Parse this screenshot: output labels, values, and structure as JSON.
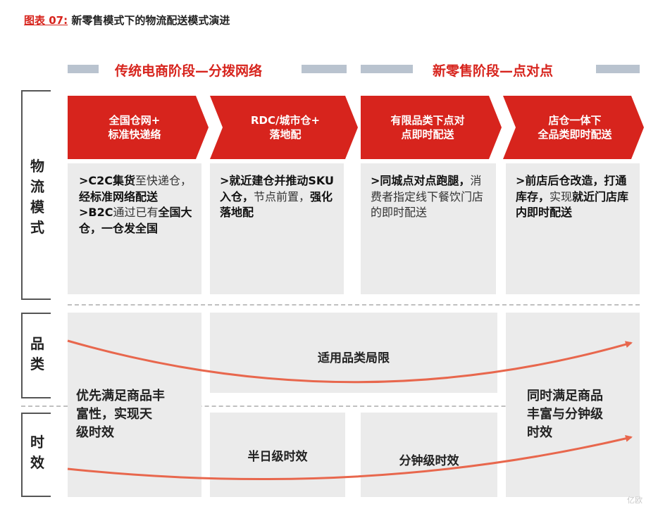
{
  "title": {
    "tag": "图表 07:",
    "text": "新零售模式下的物流配送模式演进"
  },
  "stages": [
    {
      "label": "传统电商阶段—分拨网络"
    },
    {
      "label": "新零售阶段—点对点"
    }
  ],
  "chevrons": [
    {
      "label": "全国仓网+\n标准快递络"
    },
    {
      "label": "RDC/城市仓+\n落地配"
    },
    {
      "label": "有限品类下点对\n点即时配送"
    },
    {
      "label": "店仓一体下\n全品类即时配送"
    }
  ],
  "row_labels": {
    "logistics": "物\n流\n模\n式",
    "category": "品\n类",
    "timeliness": "时\n效"
  },
  "logistics": [
    {
      "p1_prefix": ">",
      "p1_bold": "C2C集货",
      "p1_normal": "至快递仓，",
      "p1_bold2": "经标准网络配送",
      "p2_prefix": ">",
      "p2_bold": "B2C",
      "p2_normal": "通过已有",
      "p2_bold2": "全国大仓，一仓发全国"
    },
    {
      "prefix": ">",
      "bold": "就近建仓并推动SKU入仓，",
      "normal": "节点前置，",
      "bold2": "强化落地配"
    },
    {
      "prefix": ">",
      "bold": "同城点对点跑腿，",
      "normal": "消费者指定线下餐饮门店的即时配送"
    },
    {
      "prefix": ">",
      "bold": "前店后仓改造，打通库存，",
      "normal": "实现",
      "bold2": "就近门店库内即时配送"
    }
  ],
  "category_text": "适用品类局限",
  "left_text": "优先满足商品丰\n富性，实现天\n级时效",
  "right_text": "同时满足商品\n丰富与分钟级\n时效",
  "time_texts": [
    "半日级时效",
    "分钟级时效"
  ],
  "watermark": "亿欧",
  "colors": {
    "accent": "#d7241d",
    "panel": "#ebebeb",
    "bar": "#b9c3cf"
  }
}
